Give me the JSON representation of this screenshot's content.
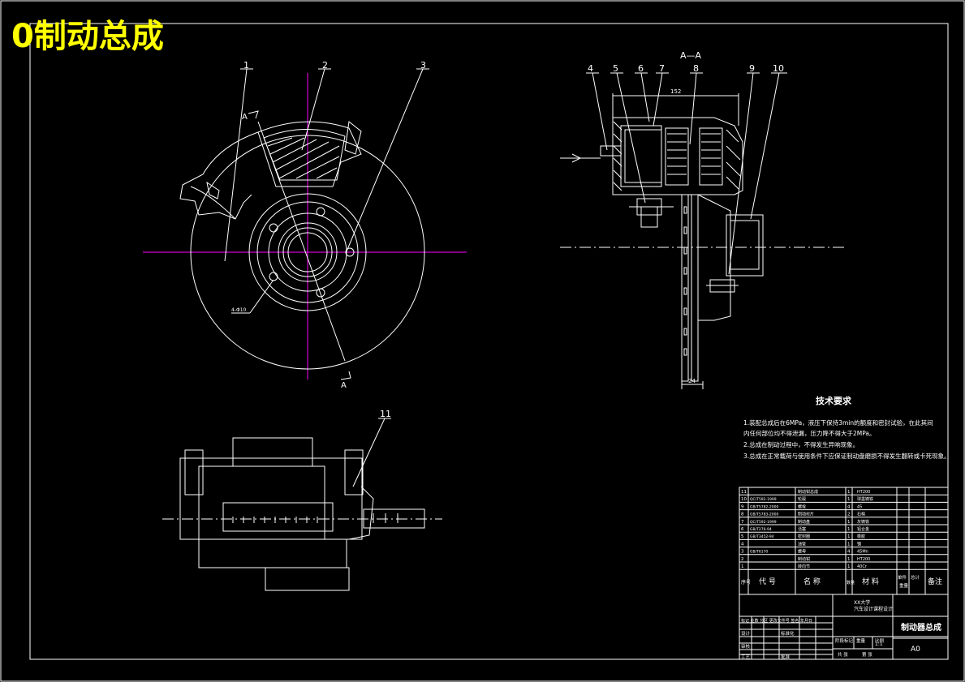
{
  "page_title": "0制动总成",
  "section_label": "A—A",
  "cut_marks": {
    "top": "A",
    "bottom": "A"
  },
  "leaders": [
    "1",
    "2",
    "3",
    "4",
    "5",
    "6",
    "7",
    "8",
    "9",
    "10",
    "11"
  ],
  "dimensions": {
    "width_top": "152",
    "width_bottom": "24",
    "hole_note": "4-Φ10"
  },
  "tech_requirements": {
    "heading": "技术要求",
    "items": [
      "1.装配总成后在6MPa，液压下保持3min的额度和密封试验，在此其间",
      "  内任何部位均不得泄漏，压力降不得大于2MPa。",
      "2.总成在制动过程中，不得发生异响现象。",
      "3.总成在正常载荷与使用条件下应保证制动盘磨损不得发生翻转或卡死现象。"
    ]
  },
  "bom": {
    "rows": [
      {
        "no": "11",
        "code": "",
        "name": "制动钳总成",
        "qty": "1",
        "mat": "HT200"
      },
      {
        "no": "10",
        "code": "QC/T592-1999",
        "name": "轮毂",
        "qty": "1",
        "mat": "球墨铸铁"
      },
      {
        "no": "9",
        "code": "GB/T5782-2000",
        "name": "螺栓",
        "qty": "4",
        "mat": "45"
      },
      {
        "no": "8",
        "code": "GB/T5783-2000",
        "name": "制动衬片",
        "qty": "2",
        "mat": "石棉"
      },
      {
        "no": "7",
        "code": "QC/T592-1999",
        "name": "制动盘",
        "qty": "1",
        "mat": "灰铸铁"
      },
      {
        "no": "6",
        "code": "GB/T276-94",
        "name": "活塞",
        "qty": "1",
        "mat": "铝合金"
      },
      {
        "no": "5",
        "code": "GB/T3452-94",
        "name": "密封圈",
        "qty": "1",
        "mat": "橡胶"
      },
      {
        "no": "4",
        "code": "",
        "name": "油管",
        "qty": "1",
        "mat": "钢"
      },
      {
        "no": "3",
        "code": "GB/T6170",
        "name": "螺母",
        "qty": "4",
        "mat": "45Mn"
      },
      {
        "no": "2",
        "code": "",
        "name": "制动钳",
        "qty": "1",
        "mat": "HT200"
      },
      {
        "no": "1",
        "code": "",
        "name": "转向节",
        "qty": "1",
        "mat": "40Cr"
      }
    ],
    "header": [
      "序号",
      "代 号",
      "名 称",
      "数量",
      "材 料",
      "单件",
      "总计",
      "备注"
    ],
    "weight_label": "重量"
  },
  "title_block": {
    "school": "XX大学",
    "course": "汽车设计课程设计",
    "drawing_name": "制动器总成",
    "sheet_size": "A0",
    "scale": "1:1",
    "stage_label": "阶段标记",
    "weight_label": "重量",
    "scale_label": "比例",
    "sheets": "共 张",
    "sheet_no": "第 张",
    "design": "设计",
    "review": "审核",
    "process": "工艺",
    "standard": "标准化",
    "approve": "批准",
    "rev_header": "标记 处数 分区 更改文件号 签名 年月日"
  }
}
